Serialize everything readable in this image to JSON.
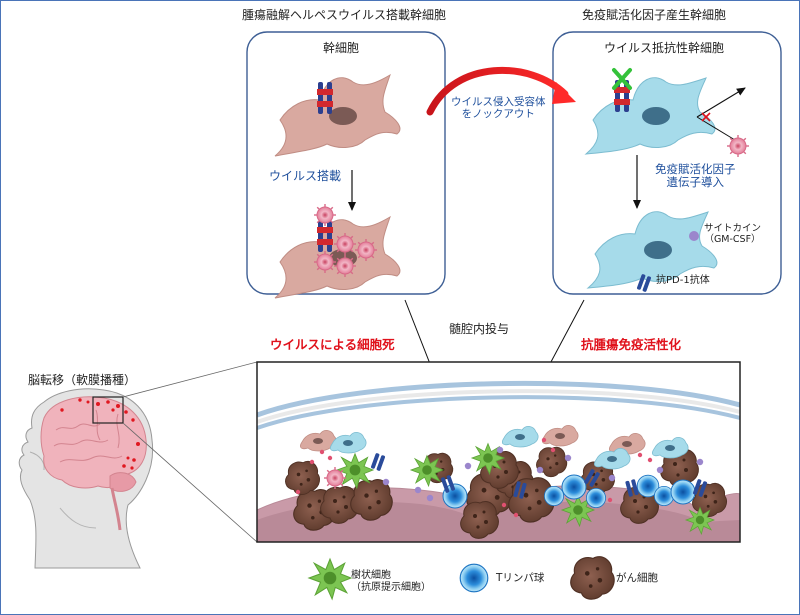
{
  "header": {
    "left_title": "腫瘍融解ヘルペスウイルス搭載幹細胞",
    "right_title": "免疫賦活化因子産生幹細胞"
  },
  "left_panel": {
    "title": "幹細胞",
    "step_label": "ウイルス搭載"
  },
  "right_panel": {
    "title": "ウイルス抵抗性幹細胞",
    "step_label": "免疫賦活化因子\n遺伝子導入",
    "cytokine_label": "サイトカイン\n（GM-CSF）",
    "antibody_label": "抗PD-1抗体"
  },
  "transition": {
    "label": "ウイルス侵入受容体\nをノックアウト"
  },
  "middle": {
    "left_effect": "ウイルスによる細胞死",
    "route": "髄腔内投与",
    "right_effect": "抗腫瘍免疫活性化"
  },
  "brain": {
    "label": "脳転移（軟膜播種）"
  },
  "legend": {
    "items": [
      {
        "label": "樹状細胞\n（抗原提示細胞）",
        "icon": "dendritic-cell-icon"
      },
      {
        "label": "Tリンパ球",
        "icon": "t-lymphocyte-icon"
      },
      {
        "label": "がん細胞",
        "icon": "cancer-cell-icon"
      }
    ]
  },
  "colors": {
    "stem_cell": "#d9a9a0",
    "resistant_cell": "#9fd6e6",
    "virus": "#e8a0b4",
    "receptor_red": "#d2282e",
    "receptor_blue": "#2c3f8f",
    "cancer_cell": "#7a5040",
    "dendritic_cell": "#7cc552",
    "t_cell": "#2a8fd8",
    "cytokine": "#9b86cc",
    "accent_red": "#e0121c",
    "panel_border": "#3e5f95"
  }
}
